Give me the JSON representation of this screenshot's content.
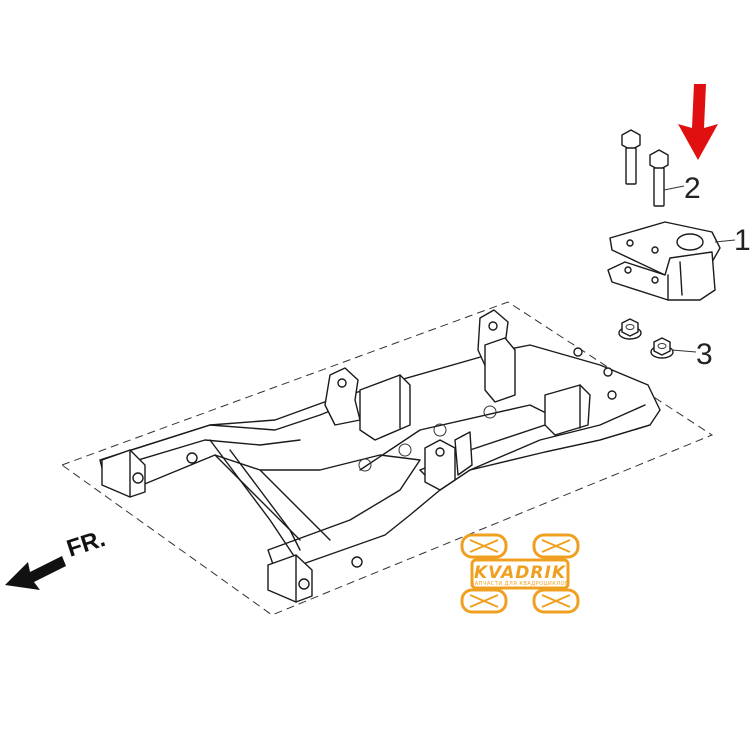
{
  "diagram": {
    "callouts": [
      {
        "id": 1,
        "label": "1"
      },
      {
        "id": 2,
        "label": "2"
      },
      {
        "id": 3,
        "label": "3"
      }
    ],
    "direction_label": "FR.",
    "highlight_arrow_color": "#e01010",
    "watermark": {
      "brand": "KVADRIK",
      "tagline": "ЗАПЧАСТИ ДЛЯ КВАДРОЦИКЛОВ",
      "color": "#f0a020"
    }
  }
}
